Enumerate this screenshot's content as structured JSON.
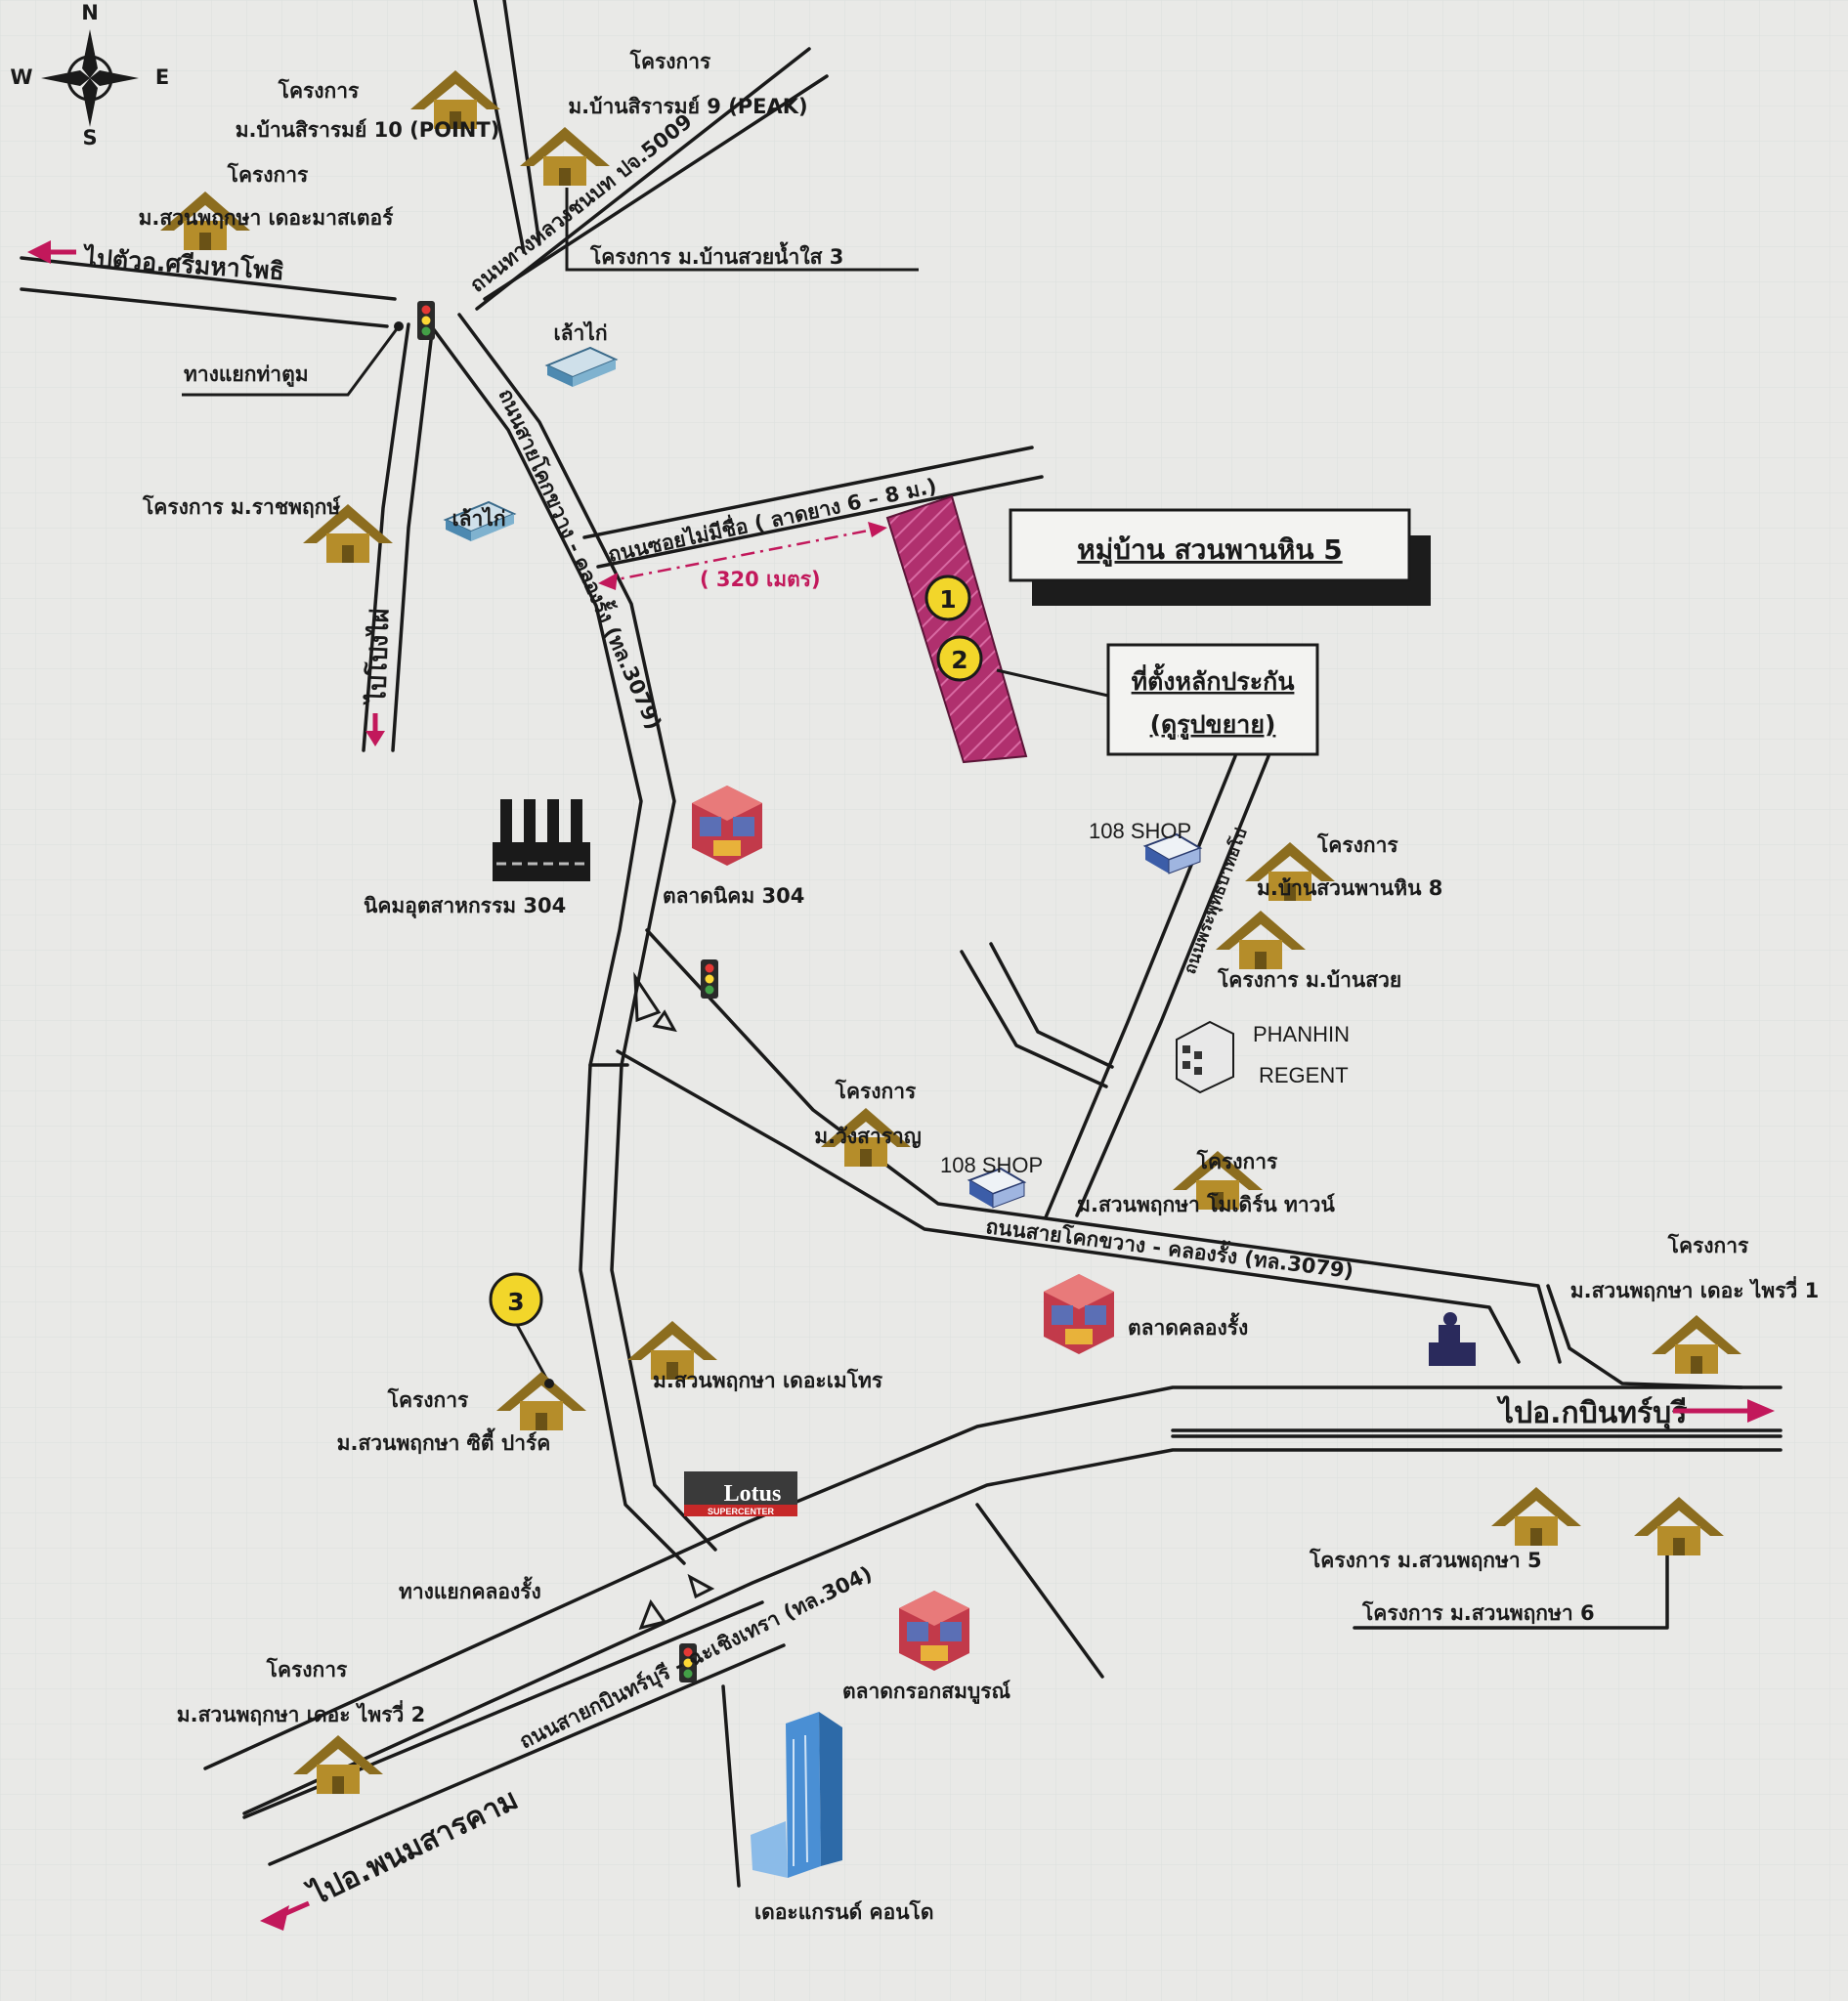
{
  "compass": {
    "n": "N",
    "s": "S",
    "e": "E",
    "w": "W"
  },
  "village_title": "หมู่บ้าน สวนพานหิน 5",
  "collateral": {
    "line1": "ที่ตั้งหลักประกัน",
    "line2": "(ดูรูปขยาย)"
  },
  "plot_markers": [
    "1",
    "2",
    "3"
  ],
  "distance_label": "( 320 เมตร)",
  "colors": {
    "background": "#e9e9e7",
    "plot_fill": "#b0306e",
    "marker_fill": "#f2d62a",
    "arrow": "#c2185b",
    "house_roof": "#8c6d1f",
    "house_wall": "#b58d2a",
    "title_shadow": "#1c1c1c"
  },
  "roads": {
    "soi": "ถนนซอยไม่มีชื่อ ( ลาดยาง 6 – 8 ม.)",
    "pattana": "ถนนทางหลวงชนบท ปจ.5009",
    "khok_north": "ถนนสายโคกขวาง - คลองรั้ง (ทล.3079)",
    "khok_south": "ถนนสายโคกขวาง - คลองรั้ง (ทล.3079)",
    "road_304": "ถนนสายกบินทร์บุรี - ฉะเชิงเทรา (ทล.304)",
    "phukrong": "ถนนพระพุทธบาทยโป"
  },
  "directions": {
    "to_srimaha": "ไปตัวอ.ศรีมหาโพธิ",
    "to_popo": "ไปโปงไผ่",
    "to_kabin": "ไปอ.กบินทร์บุรี",
    "to_phanom": "ไปอ.พนมสารคาม"
  },
  "junctions": {
    "tha_tum": "ทางแยกท่าตูม",
    "khlong_rang": "ทางแยกคลองรั้ง"
  },
  "places": {
    "p10_l1": "โครงการ",
    "p10_l2": "ม.บ้านสิรารมย์ 10 (POINT)",
    "p9_l1": "โครงการ",
    "p9_l2": "ม.บ้านสิรารมย์ 9 (PEAK)",
    "master_l1": "โครงการ",
    "master_l2": "ม.สวนพฤกษา เดอะมาสเตอร์",
    "suay3": "โครงการ ม.บ้านสวยน้ำใส 3",
    "rachaphruek": "โครงการ ม.ราชพฤกษ์",
    "chicken1": "เล้าไก่",
    "chicken2": "เล้าไก่",
    "estate": "นิคมอุตสาหกรรม 304",
    "estate_market": "ตลาดนิคม 304",
    "shop1": "108 SHOP",
    "phan8_l1": "โครงการ",
    "phan8_l2": "ม.บ้านสวนพานหิน 8",
    "baan_suay": "โครงการ ม.บ้านสวย",
    "regent_l1": "PHANHIN",
    "regent_l2": "REGENT",
    "wang_l1": "โครงการ",
    "wang_l2": "ม.วังสาราญ",
    "shop2": "108 SHOP",
    "modern_l1": "โครงการ",
    "modern_l2": "ม.สวนพฤกษา โมเดิร์น ทาวน์",
    "privy_l1": "โครงการ",
    "privy_l2": "ม.สวนพฤกษา เดอะ ไพรวี่ 1",
    "khlong_market": "ตลาดคลองรั้ง",
    "metro": "ม.สวนพฤกษา เดอะเมโทร",
    "city_l1": "โครงการ",
    "city_l2": "ม.สวนพฤกษา ซิตี้ ปาร์ค",
    "lotus_main": "Lotus",
    "lotus_sub": "SUPERCENTER",
    "sp5": "โครงการ ม.สวนพฤกษา 5",
    "sp6": "โครงการ ม.สวนพฤกษา 6",
    "privy2_l1": "โครงการ",
    "privy2_l2": "ม.สวนพฤกษา เดอะ ไพรวี่ 2",
    "krok_market": "ตลาดกรอกสมบูรณ์",
    "grand": "เดอะแกรนด์ คอนโด"
  }
}
